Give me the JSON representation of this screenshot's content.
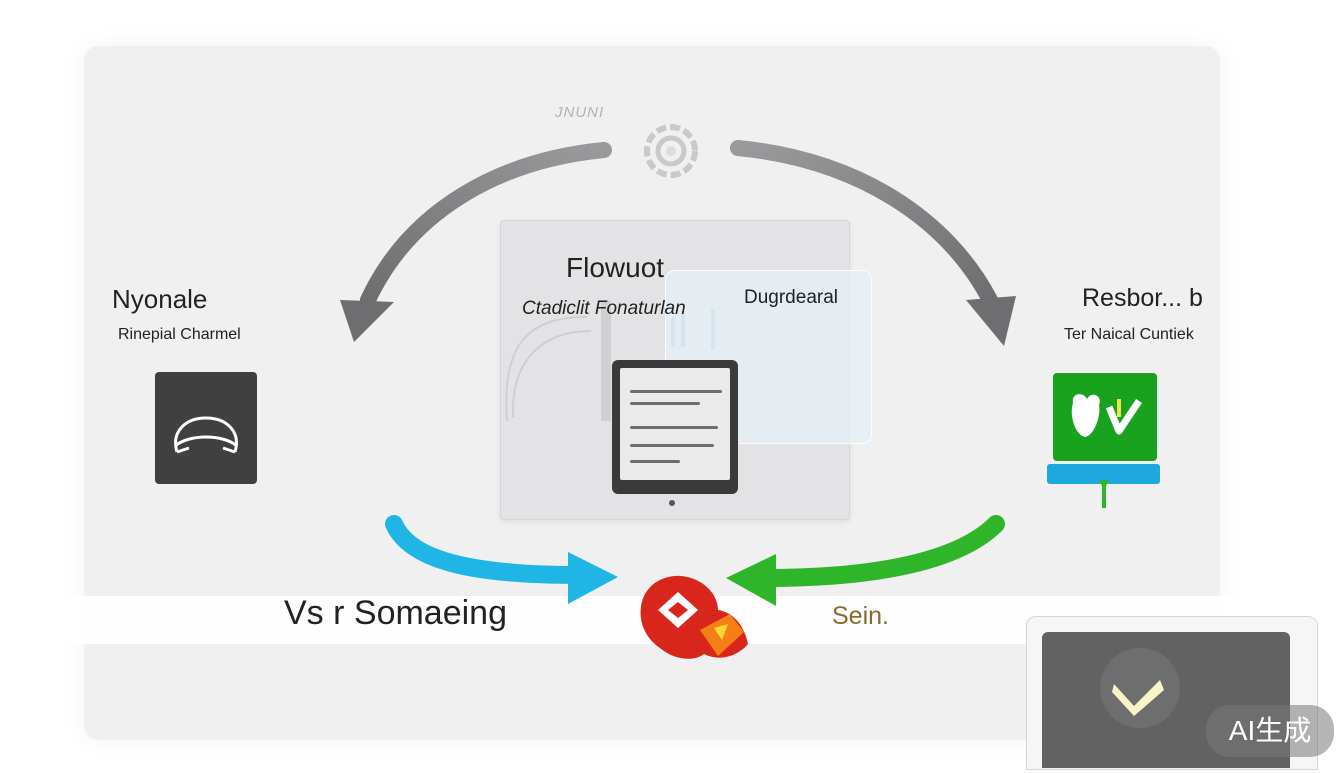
{
  "top_label": "JNUNI",
  "center": {
    "title": "Flowuot",
    "subtitle_left": "Ctadiclit Fonaturlan",
    "subtitle_right": "Dugrdearal"
  },
  "left_node": {
    "title": "Nyonale",
    "subtitle": "Rinepial Charmel",
    "icon": "cloud-arch-icon"
  },
  "right_node": {
    "title": "Resbor... b",
    "subtitle": "Ter Naical Cuntiek",
    "icon": "hands-check-icon"
  },
  "bottom": {
    "left_text": "Vs r Somaeing",
    "right_text": "Sein.",
    "center_icon": "red-diamond-badge-icon"
  },
  "corner_icon": "checkmark-icon",
  "watermark": "AI生成",
  "colors": {
    "arrow_gray": "#7a7a7c",
    "arrow_cyan": "#1fb6e6",
    "arrow_green": "#2fb52a",
    "tile_dark": "#404040",
    "tile_green": "#19a21d",
    "badge_red": "#d8261c"
  }
}
